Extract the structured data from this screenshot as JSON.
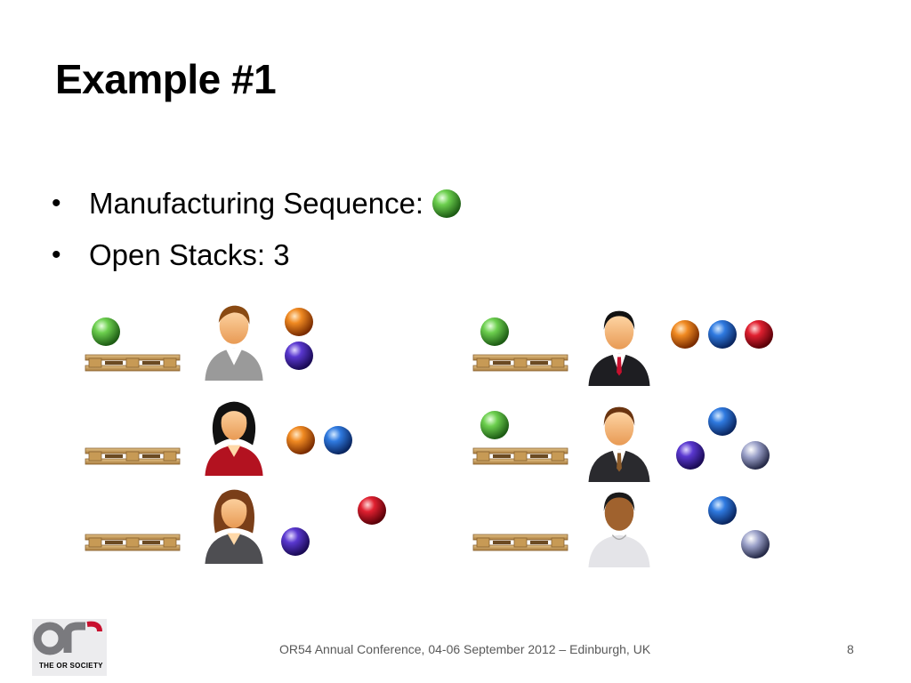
{
  "slide": {
    "title": "Example #1",
    "bullets": [
      {
        "label": "Manufacturing Sequence:",
        "has_ball": true
      },
      {
        "label": "Open Stacks: 3",
        "has_ball": false
      }
    ]
  },
  "colors": {
    "green": "#3fa535",
    "orange": "#e0701a",
    "blue": "#1d5fb8",
    "purple": "#4a2ab0",
    "red": "#c8102e",
    "silver": "#7880a8"
  },
  "footer": {
    "conference": "OR54 Annual Conference, 04-06 September 2012 – Edinburgh, UK",
    "page": "8",
    "logo_text": "THE OR SOCIETY"
  }
}
